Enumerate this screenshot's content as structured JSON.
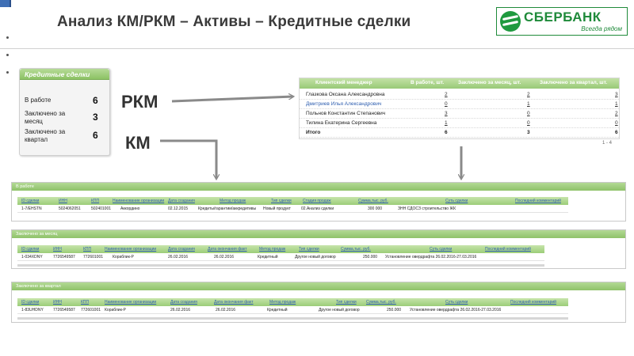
{
  "page": {
    "title": "Анализ КМ/РКМ – Активы – Кредитные сделки",
    "label_rkm": "РКМ",
    "label_km": "КМ"
  },
  "logo": {
    "name": "СБЕРБАНК",
    "tagline": "Всегда рядом",
    "color": "#1f8a3a"
  },
  "summary": {
    "title": "Кредитные сделки",
    "rows": [
      {
        "label": "В работе",
        "value": "6"
      },
      {
        "label": "Заключено за месяц",
        "value": "3"
      },
      {
        "label": "Заключено за квартал",
        "value": "6"
      }
    ]
  },
  "managers": {
    "headers": [
      "Клиентский менеджер",
      "В работе, шт.",
      "Заключено за месяц, шт.",
      "Заключено за квартал, шт."
    ],
    "rows": [
      {
        "name": "Глазкова Оксана Александровна",
        "work": "2",
        "month": "2",
        "quarter": "3"
      },
      {
        "name": "Дмитриев Илья Александрович",
        "work": "0",
        "month": "1",
        "quarter": "1"
      },
      {
        "name": "Польнов Константин Степанович",
        "work": "3",
        "month": "0",
        "quarter": "2"
      },
      {
        "name": "Тилина Екатерина Сергеевна",
        "work": "1",
        "month": "0",
        "quarter": "0"
      }
    ],
    "total": {
      "name": "Итого",
      "work": "6",
      "month": "3",
      "quarter": "6"
    },
    "pager": "1 - 4"
  },
  "panel_work": {
    "title": "В работе",
    "headers": [
      "ID сделки",
      "ИНН",
      "КПП",
      "Наименование организации",
      "Дата создания",
      "Метод продаж",
      "Тип сделки",
      "Стадия продаж",
      "Сумма,тыс. руб.",
      "Суть сделки",
      "Последний комментарий"
    ],
    "rows": [
      [
        "1-7/EHSTN",
        "5024062051",
        "502401001",
        "Аккордино",
        "02.12.2015",
        "Кредиты/гарантии/аккредитивы",
        "Новый продукт",
        "02.Анализ сделки",
        "300 000",
        "ЗНН СДОСЗ строительство ЖК",
        ""
      ]
    ]
  },
  "panel_month": {
    "title": "Заключено за месяц",
    "headers": [
      "ID сделки",
      "ИНН",
      "КПП",
      "Наименование организации",
      "Дата создания",
      "Дата окончания факт",
      "Метод продаж",
      "Тип сделки",
      "Сумма,тыс. руб.",
      "Суть сделки",
      "Последний комментарий"
    ],
    "rows": [
      [
        "1-034XDNY",
        "7726549587",
        "772601001",
        "Кораблик-Р",
        "26.02.2016",
        "26.02.2016",
        "Кредитный",
        "Другое новый договор",
        "250.000",
        "Установление овердрафта 26.02.2016-27.03.2016",
        ""
      ]
    ]
  },
  "panel_quarter": {
    "title": "Заключено за квартал",
    "headers": [
      "ID сделки",
      "ИНН",
      "КПП",
      "Наименование организации",
      "Дата создания",
      "Дата окончания факт",
      "Метод продаж",
      "Тип сделки",
      "Сумма,тыс. руб.",
      "Суть сделки",
      "Последний комментарий"
    ],
    "rows": [
      [
        "1-83UHDNY",
        "7726549587",
        "772601001",
        "Кораблик-Р",
        "26.02.2016",
        "26.02.2016",
        "Кредитный",
        "Другое новый договор",
        "250.000",
        "Установление овердрафта 26.02.2016-27.03.2016",
        ""
      ]
    ]
  }
}
